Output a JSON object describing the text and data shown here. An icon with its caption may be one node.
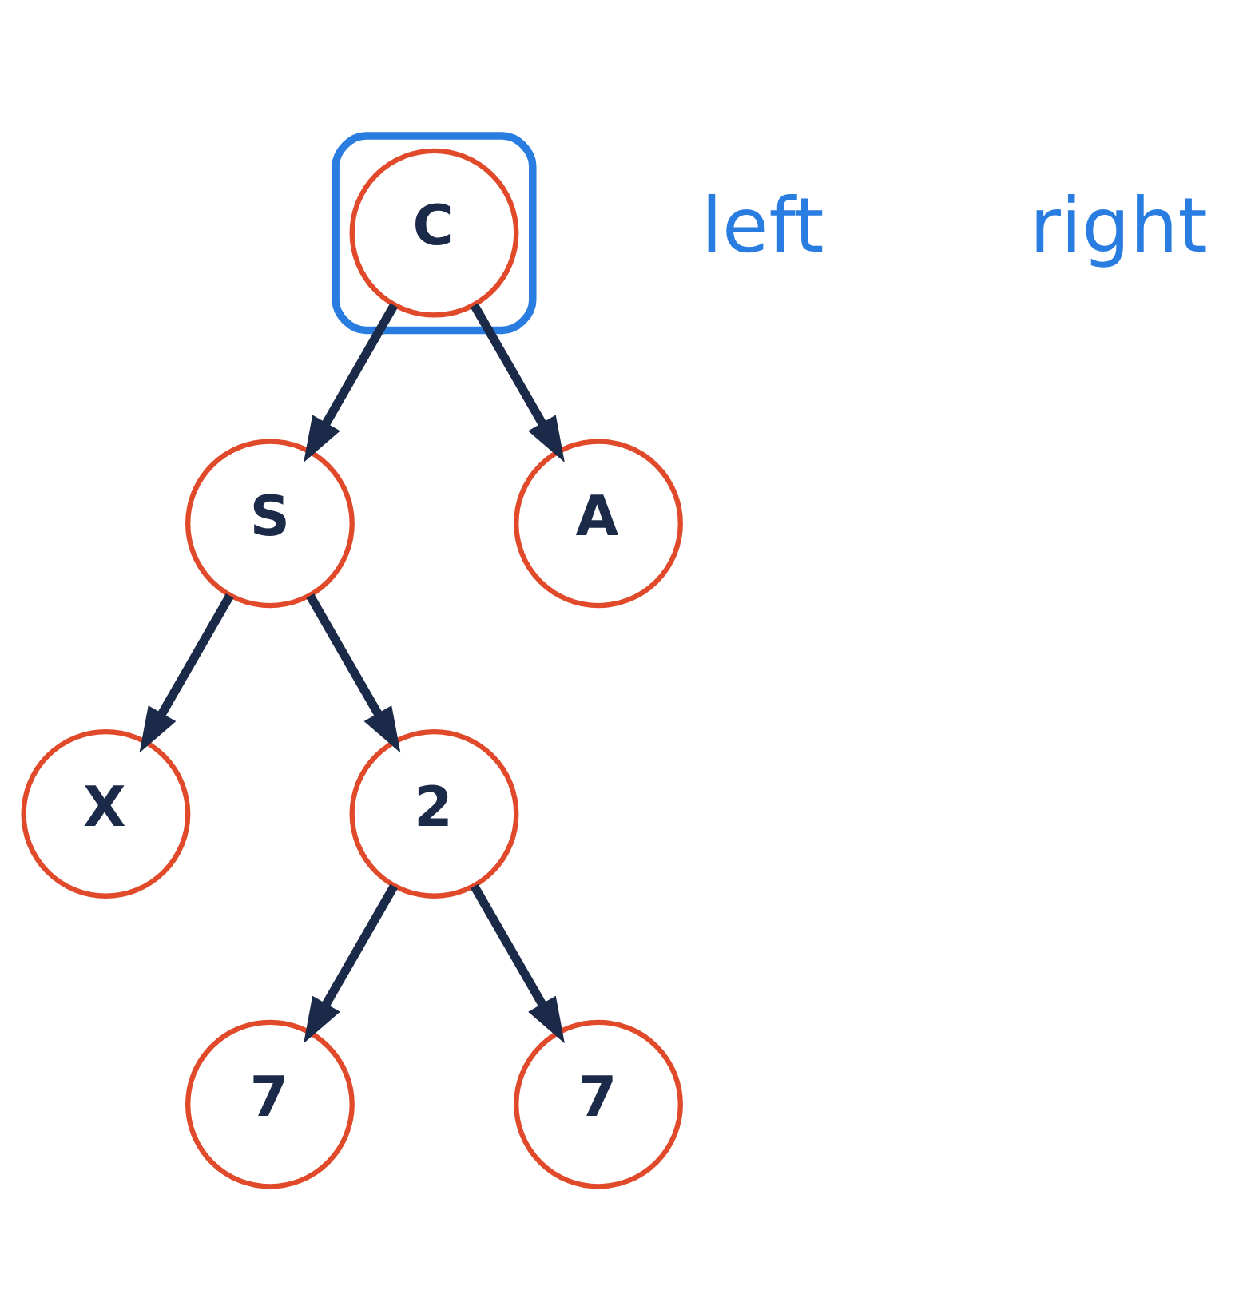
{
  "diagram": {
    "nodes": [
      {
        "text": [],
        "shape": "box"
      },
      {
        "text": [
          "C"
        ],
        "in": 0
      },
      {
        "text": [
          "S"
        ]
      },
      {
        "text": [
          "A"
        ]
      },
      {
        "text": [
          "X"
        ]
      },
      {
        "text": [
          "2"
        ]
      },
      {
        "text": [
          "7"
        ]
      },
      {
        "text": [
          "7"
        ]
      }
    ],
    "edges": [
      {
        "from": 1,
        "to": 2,
        "arrow": "to"
      },
      {
        "from": 1,
        "to": 3,
        "arrow": "to"
      },
      {
        "from": 2,
        "to": 4,
        "arrow": "to"
      },
      {
        "from": 2,
        "to": 5,
        "arrow": "to"
      },
      {
        "from": 5,
        "to": 6,
        "arrow": "to"
      },
      {
        "from": 5,
        "to": 7,
        "arrow": "to"
      }
    ],
    "labels": [
      "left",
      "right"
    ]
  }
}
